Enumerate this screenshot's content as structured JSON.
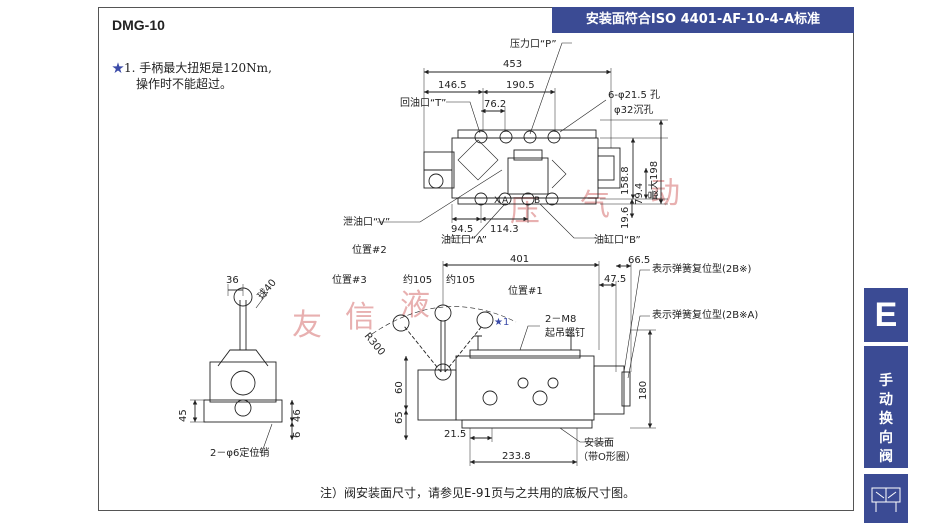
{
  "header": {
    "model": "DMG-10",
    "standard": "安装面符合ISO 4401-AF-10-4-A标准"
  },
  "note": {
    "star": "★",
    "line1": "1. 手柄最大扭矩是120Nm,",
    "line2": "操作时不能超过。"
  },
  "footnote": "注）阀安装面尺寸，请参见E-91页与之共用的底板尺寸图。",
  "tab": {
    "letter": "E",
    "label_chars": [
      "手",
      "动",
      "换",
      "向",
      "阀"
    ]
  },
  "watermark": [
    "友",
    "信",
    "液",
    "压",
    "气",
    "动"
  ],
  "top_view": {
    "dims": [
      "453",
      "146.5",
      "190.5",
      "76.2",
      "94.5",
      "114.3",
      "158.8",
      "79.4",
      "19.6",
      "最大198"
    ],
    "labels": {
      "port_p": "压力口“P”",
      "port_t": "回油口“T”",
      "port_v": "泄油口“V”",
      "port_a": "油缸口“A”",
      "port_b": "油缸口“B”",
      "holes1": "6-φ21.5 孔",
      "holes2": "φ32沉孔"
    },
    "symbols": {
      "a_mark": "A",
      "b_mark": "B",
      "x_mark": "X"
    }
  },
  "front_view": {
    "dims": [
      "401",
      "47.5",
      "66.5",
      "60",
      "65",
      "180",
      "21.5",
      "233.8"
    ],
    "labels": {
      "pos2": "位置#2",
      "pos3": "位置#3",
      "pos1": "位置#1",
      "about105_l": "约105",
      "about105_r": "约105",
      "r300": "R300",
      "star1": "★1",
      "m8_1": "2－M8",
      "m8_2": "起吊螺钉",
      "spring1": "表示弹簧复位型(2B※)",
      "spring2": "表示弹簧复位型(2B※A)",
      "mount1": "安装面",
      "mount2": "（带O形圈）"
    }
  },
  "side_view": {
    "dims": [
      "36",
      "球40",
      "45",
      "46",
      "6"
    ],
    "labels": {
      "pin": "2－φ6定位销"
    }
  },
  "colors": {
    "accent": "#3b4b94",
    "star": "#3b4ba8",
    "watermark": "#e8b0b0"
  }
}
